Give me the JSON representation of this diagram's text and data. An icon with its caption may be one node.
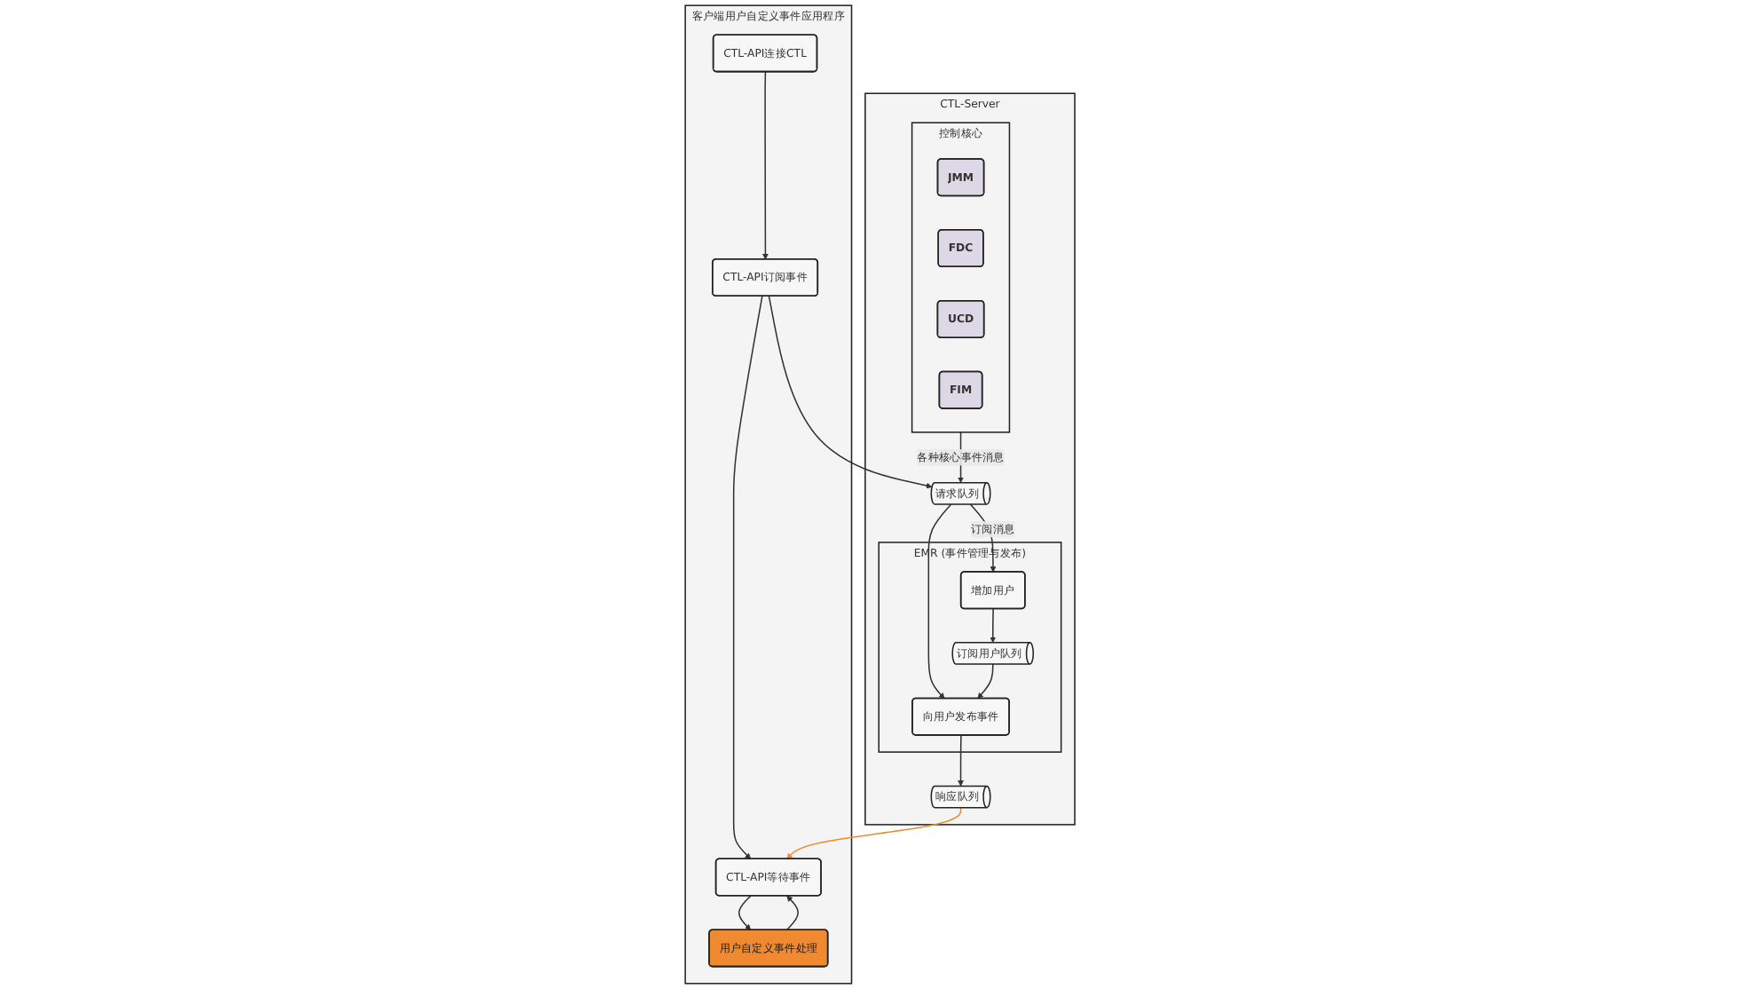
{
  "diagram": {
    "nodes": [
      {
        "text": [
          "客户端用户自定义事件应用程序"
        ]
      },
      {
        "text": [
          "CTL-API连接CTL"
        ],
        "in": 0
      },
      {
        "text": [
          "CTL-API订阅事件"
        ],
        "in": 0
      },
      {
        "text": [
          "CTL-API等待事件"
        ],
        "in": 0
      },
      {
        "text": [
          "用户自定义事件处理"
        ],
        "in": 0
      },
      {
        "text": [
          "CTL-Server"
        ]
      },
      {
        "text": [
          "控制核心"
        ],
        "in": 5
      },
      {
        "text": [
          "JMM"
        ],
        "in": 6
      },
      {
        "text": [
          "FDC"
        ],
        "in": 6
      },
      {
        "text": [
          "UCD"
        ],
        "in": 6
      },
      {
        "text": [
          "FIM"
        ],
        "in": 6
      },
      {
        "text": [
          "EMR (事件管理与发布)"
        ],
        "in": 5
      },
      {
        "text": [
          "请求队列"
        ],
        "in": 5
      },
      {
        "text": [
          "响应队列"
        ],
        "in": 5
      },
      {
        "text": [
          "增加用户"
        ],
        "in": 11
      },
      {
        "text": [
          "订阅用户队列"
        ],
        "in": 11
      },
      {
        "text": [
          "向用户发布事件"
        ],
        "in": 11
      }
    ],
    "edges": [
      {
        "from": 1,
        "to": 2,
        "arrow": "to"
      },
      {
        "from": 2,
        "to": 3,
        "arrow": "to"
      },
      {
        "from": 3,
        "to": 4,
        "arrow": "to"
      },
      {
        "from": 4,
        "to": 3,
        "arrow": "to"
      },
      {
        "from": 2,
        "to": 12,
        "arrow": "to"
      },
      {
        "from": 6,
        "to": 12,
        "arrow": "to",
        "label": "各种核心事件消息"
      },
      {
        "from": 12,
        "to": 14,
        "arrow": "to",
        "label": "订阅消息"
      },
      {
        "from": 12,
        "to": 16,
        "arrow": "to"
      },
      {
        "from": 14,
        "to": 15,
        "arrow": "to"
      },
      {
        "from": 15,
        "to": 16,
        "arrow": "to"
      },
      {
        "from": 16,
        "to": 13,
        "arrow": "to"
      },
      {
        "from": 13,
        "to": 3,
        "arrow": "to",
        "color": "#f08a30"
      }
    ]
  }
}
